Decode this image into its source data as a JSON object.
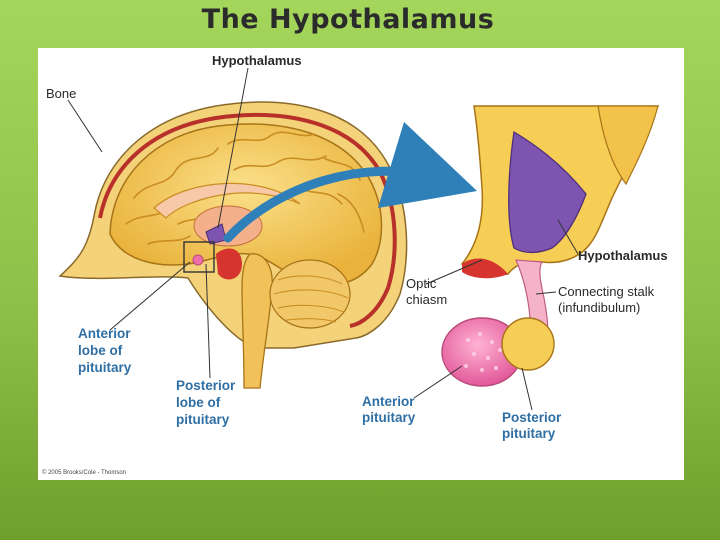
{
  "slide": {
    "title": "The Hypothalamus"
  },
  "diagram": {
    "labels": {
      "hypothalamus_top": "Hypothalamus",
      "bone": "Bone",
      "anterior_lobe_line1": "Anterior",
      "anterior_lobe_line2": "lobe of",
      "anterior_lobe_line3": "pituitary",
      "posterior_lobe_line1": "Posterior",
      "posterior_lobe_line2": "lobe of",
      "posterior_lobe_line3": "pituitary",
      "optic_chiasm_line1": "Optic",
      "optic_chiasm_line2": "chiasm",
      "hypothalamus_right": "Hypothalamus",
      "stalk_line1": "Connecting stalk",
      "stalk_line2": "(infundibulum)",
      "anterior_pituitary_line1": "Anterior",
      "anterior_pituitary_line2": "pituitary",
      "posterior_pituitary_line1": "Posterior",
      "posterior_pituitary_line2": "pituitary"
    },
    "credit": "© 2005 Brooks/Cole - Thomson",
    "colors": {
      "brain": "#f2c24a",
      "brain_fold": "#e0a02a",
      "skull_rim": "#b8302a",
      "hypothalamus": "#7d55b0",
      "anterior_pituitary": "#ef6fa8",
      "arrow": "#2f80b8",
      "label_blue": "#2f6fa4"
    }
  }
}
